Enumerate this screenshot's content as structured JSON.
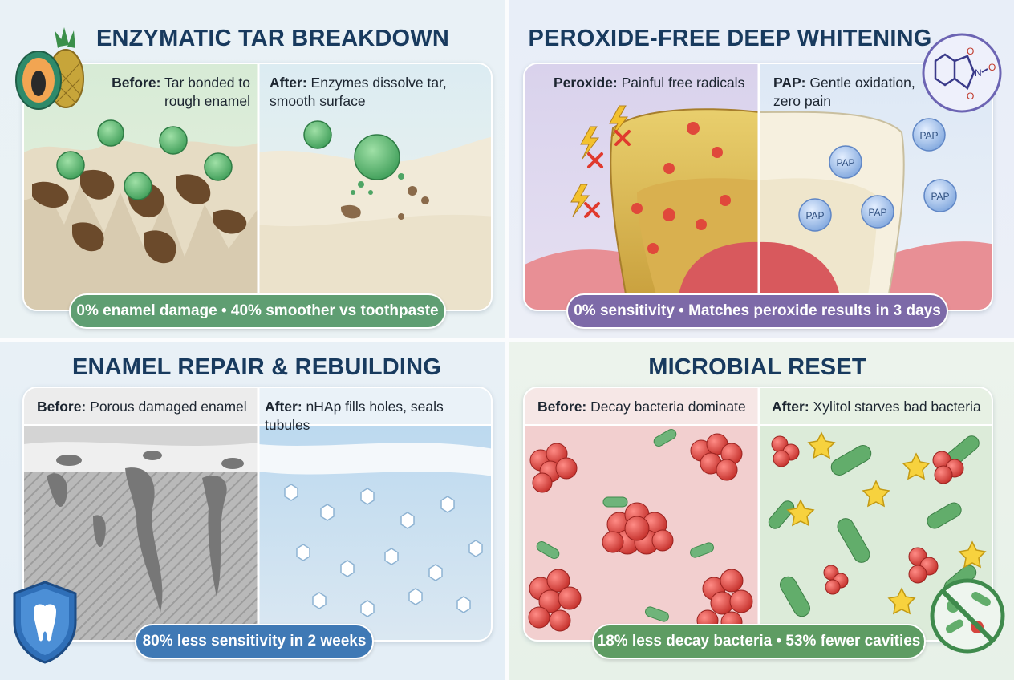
{
  "panels": {
    "enzymatic": {
      "title": "ENZYMATIC TAR BREAKDOWN",
      "before_label": "Before:",
      "before_text": "Tar bonded to rough enamel",
      "after_label": "After:",
      "after_text": "Enzymes dissolve tar, smooth surface",
      "stat": "0% enamel damage • 40% smoother vs toothpaste",
      "accent": "#5f9e72"
    },
    "whitening": {
      "title": "PEROXIDE-FREE DEEP WHITENING",
      "before_label": "Peroxide:",
      "before_text": "Painful free radicals",
      "after_label": "PAP:",
      "after_text": "Gentle oxidation, zero pain",
      "molecule_labels": [
        "PAP",
        "PAP",
        "PAP",
        "PAP",
        "PAP"
      ],
      "chem_labels": [
        "O",
        "N",
        "O",
        "O"
      ],
      "stat": "0% sensitivity • Matches peroxide results in 3 days",
      "accent": "#7d6aa8"
    },
    "enamel": {
      "title": "ENAMEL REPAIR & REBUILDING",
      "before_label": "Before:",
      "before_text": "Porous damaged enamel",
      "after_label": "After:",
      "after_text": "nHAp fills holes, seals tubules",
      "stat": "80% less sensitivity in 2 weeks",
      "accent": "#3f79b5"
    },
    "microbial": {
      "title": "MICROBIAL RESET",
      "before_label": "Before:",
      "before_text": "Decay bacteria dominate",
      "after_label": "After:",
      "after_text": "Xylitol starves bad bacteria",
      "stat": "18% less decay bacteria • 53% fewer cavities",
      "accent": "#5e9c63"
    }
  },
  "icons": [
    "papaya-pineapple-icon",
    "pap-molecule-icon",
    "tooth-shield-icon",
    "no-bacteria-icon"
  ]
}
